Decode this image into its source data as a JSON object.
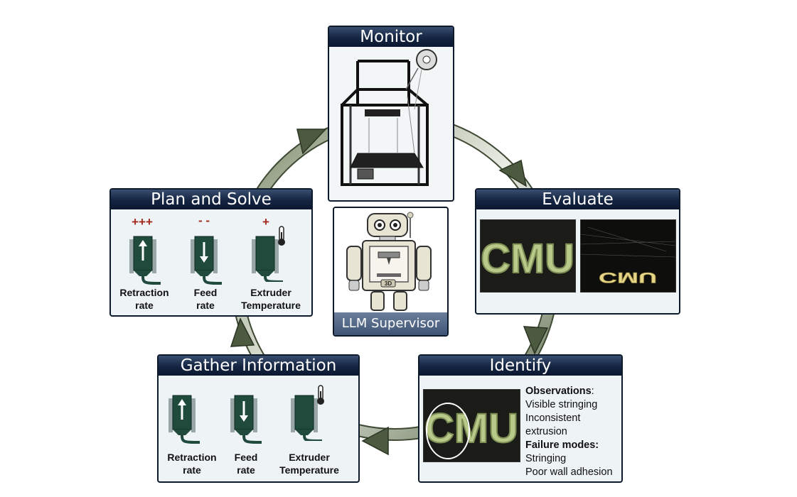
{
  "stages": {
    "monitor": {
      "title": "Monitor"
    },
    "evaluate": {
      "title": "Evaluate",
      "print_text": "CMU"
    },
    "identify": {
      "title": "Identify",
      "observations_label": "Observations",
      "observations": [
        "Visible stringing",
        "Inconsistent",
        "extrusion"
      ],
      "failure_label": "Failure modes:",
      "failures": [
        "Stringing",
        "Poor wall adhesion"
      ]
    },
    "gather": {
      "title": "Gather Information",
      "params": [
        {
          "line1": "Retraction",
          "line2": "rate"
        },
        {
          "line1": "Feed",
          "line2": "rate"
        },
        {
          "line1": "Extruder",
          "line2": "Temperature"
        }
      ]
    },
    "plan": {
      "title": "Plan and Solve",
      "params": [
        {
          "line1": "Retraction",
          "line2": "rate",
          "change": "+++"
        },
        {
          "line1": "Feed",
          "line2": "rate",
          "change": "- -"
        },
        {
          "line1": "Extruder",
          "line2": "Temperature",
          "change": "+"
        }
      ]
    }
  },
  "center": {
    "label": "LLM Supervisor",
    "badge": "3D"
  },
  "colors": {
    "header": "#142441",
    "panel": "#eef3f5",
    "arrow": "#4c5a40",
    "accent": "#a52a1e",
    "nozzle": "#1f4a3c"
  }
}
